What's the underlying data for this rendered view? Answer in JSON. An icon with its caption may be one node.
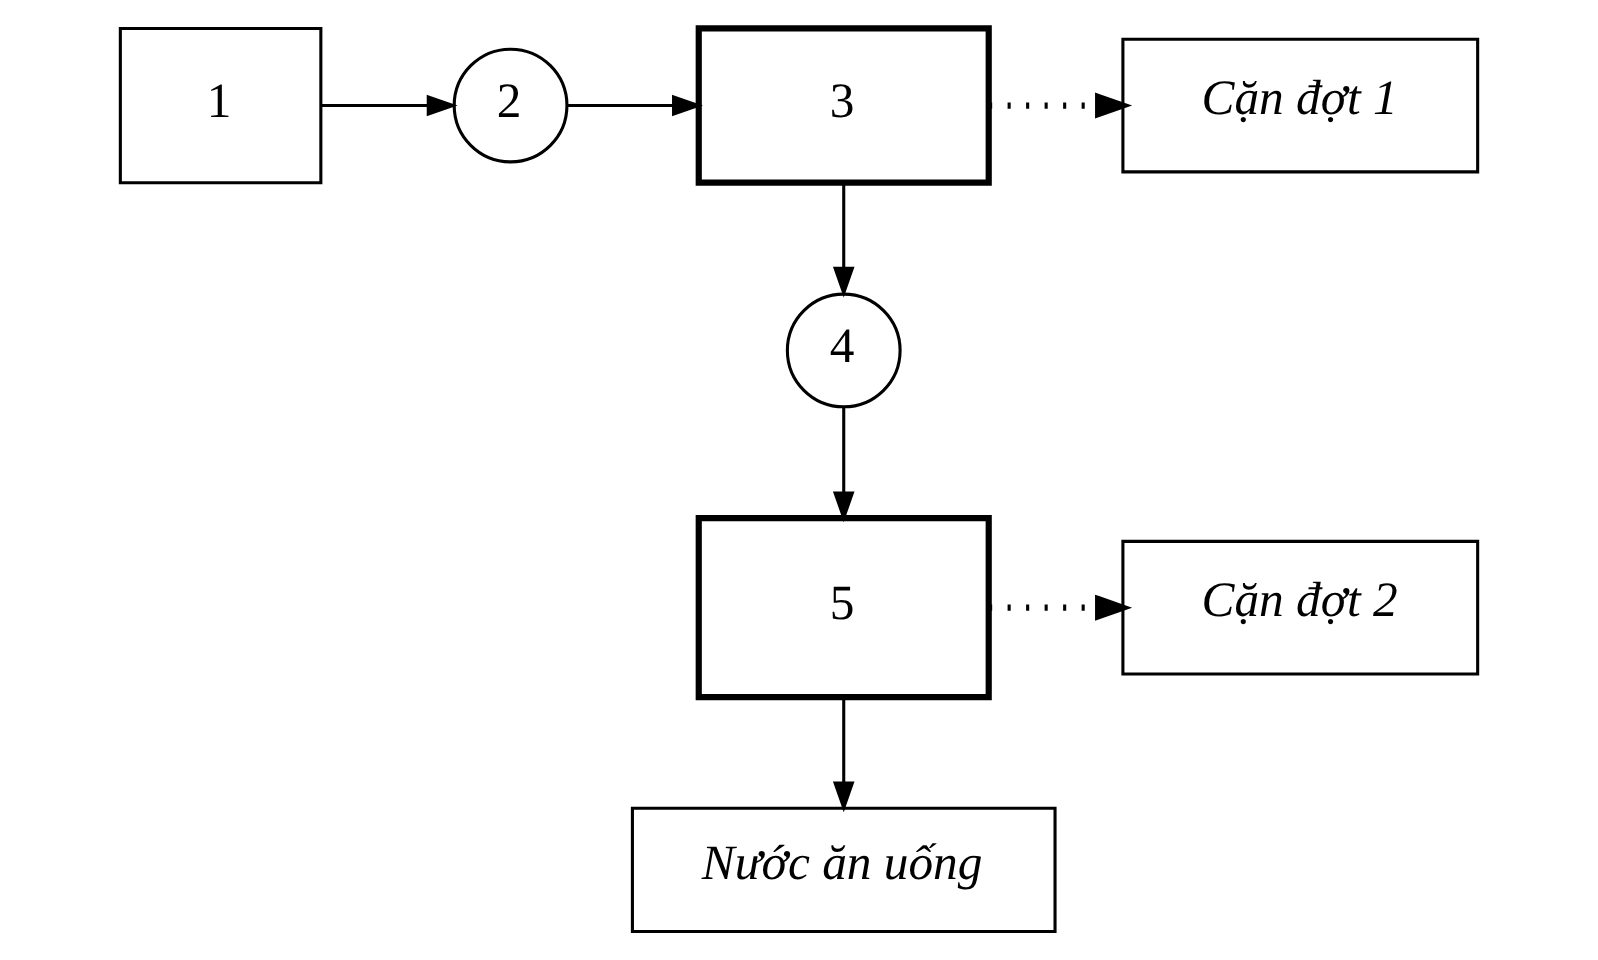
{
  "diagram": {
    "nodes": [
      {
        "text": [
          "1"
        ]
      },
      {
        "text": [
          "2"
        ]
      },
      {
        "text": [
          "3"
        ]
      },
      {
        "text": [
          "Cặn đợt 1"
        ]
      },
      {
        "text": [
          "4"
        ]
      },
      {
        "text": [
          "5"
        ]
      },
      {
        "text": [
          "Cặn đợt 2"
        ]
      },
      {
        "text": [
          "Nước ăn uống"
        ]
      }
    ],
    "edges": [
      {
        "from": 0,
        "to": 1,
        "arrow": "to"
      },
      {
        "from": 1,
        "to": 2,
        "arrow": "to"
      },
      {
        "from": 2,
        "to": 3,
        "arrow": "to",
        "style": "dashed"
      },
      {
        "from": 2,
        "to": 4,
        "arrow": "to"
      },
      {
        "from": 4,
        "to": 5,
        "arrow": "to"
      },
      {
        "from": 5,
        "to": 6,
        "arrow": "to",
        "style": "dashed"
      },
      {
        "from": 5,
        "to": 7,
        "arrow": "to"
      }
    ]
  }
}
